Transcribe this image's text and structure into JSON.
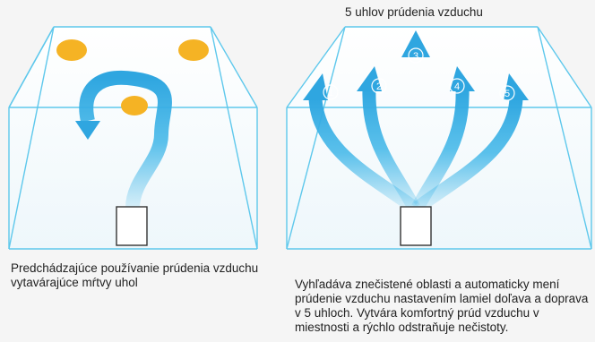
{
  "right_title": "5 uhlov prúdenia vzduchu",
  "left_caption": "Predchádzajúce používanie prúdenia vzduchu vytavárajúce mŕtvy uhol",
  "right_caption": "Vyhľadáva znečistené oblasti a automaticky mení prúdenie vzduchu nastavením lamiel doľava a doprava v 5 uhloch. Vytvára komfortný prúd vzduchu v miestnosti a rýchlo odstraňuje nečistoty.",
  "angle_numbers": [
    "1",
    "2",
    "3",
    "4",
    "5"
  ],
  "colors": {
    "room_edge": "#5ec8ec",
    "room_fill": "#ffffff",
    "airflow": "#3fb6e8",
    "dust_spot": "#f5b324",
    "background": "#f5f5f5"
  }
}
